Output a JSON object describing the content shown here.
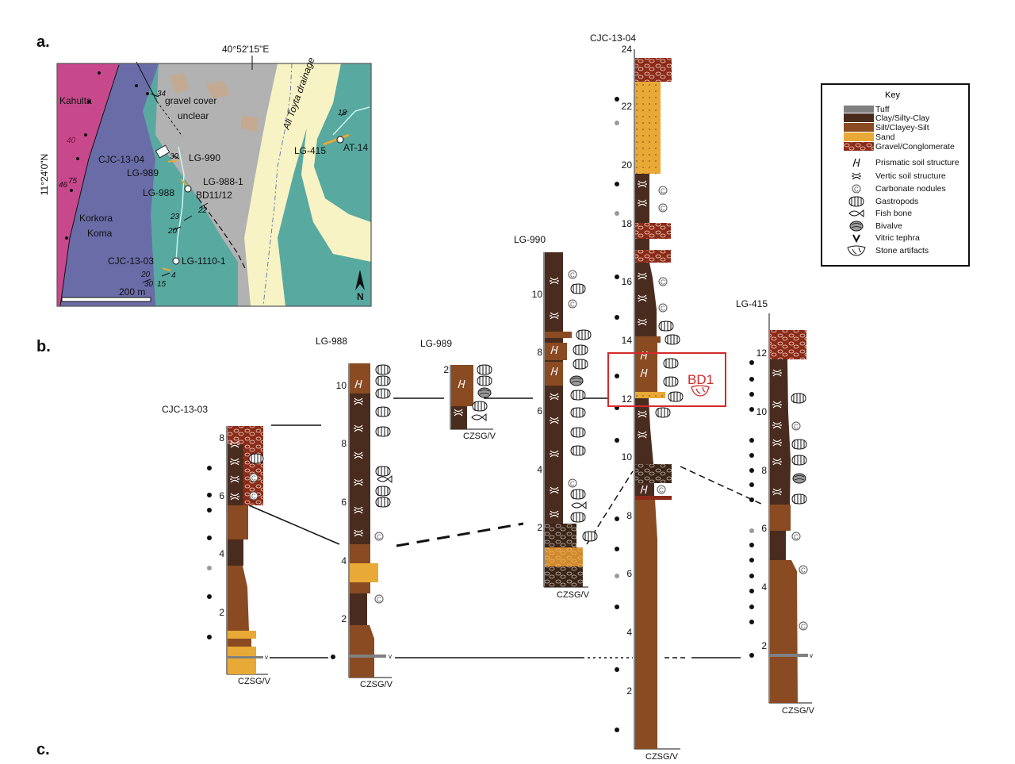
{
  "panel_labels": {
    "a": "a.",
    "b": "b.",
    "c": "c."
  },
  "map": {
    "lon_label": "40°52'15\"E",
    "lat_label": "11°24'0\"N",
    "units": [
      "Kahulta",
      "gravel cover",
      "unclear",
      "Korkora",
      "Koma"
    ],
    "drainage": "Ali Toyta drainage",
    "scale_label": "200 m",
    "north": "N",
    "sites": [
      "CJC-13-04",
      "LG-990",
      "LG-989",
      "LG-988",
      "LG-988-1",
      "BD11/12",
      "CJC-13-03",
      "LG-1110-1",
      "LG-415",
      "AT-14"
    ],
    "dips": [
      "34",
      "30",
      "40",
      "46",
      "75",
      "23",
      "22",
      "20",
      "4",
      "20",
      "30",
      "15",
      "18"
    ]
  },
  "key": {
    "title": "Key",
    "items": [
      {
        "label": "Tuff",
        "color": "#808080"
      },
      {
        "label": "Clay/Silty-Clay",
        "color": "#4a2c1e"
      },
      {
        "label": "Silt/Clayey-Silt",
        "color": "#8a4a22"
      },
      {
        "label": "Sand",
        "color": "#e8a936"
      },
      {
        "label": "Gravel/Conglomerate",
        "color": "#8b2a18"
      }
    ],
    "symbols": [
      {
        "icon": "prismatic",
        "label": "Prismatic soil structure"
      },
      {
        "icon": "vertic",
        "label": "Vertic soil structure"
      },
      {
        "icon": "carbonate",
        "label": "Carbonate nodules"
      },
      {
        "icon": "gastropod",
        "label": "Gastropods"
      },
      {
        "icon": "fish",
        "label": "Fish bone"
      },
      {
        "icon": "bivalve",
        "label": "Bivalve"
      },
      {
        "icon": "tephra",
        "label": "Vitric tephra"
      },
      {
        "icon": "artifact",
        "label": "Stone artifacts"
      }
    ]
  },
  "grain_axis": "CZSG/V",
  "bd1_label": "BD1",
  "sections": [
    {
      "name": "CJC-13-03",
      "ticks": [
        "2",
        "4",
        "6",
        "8"
      ]
    },
    {
      "name": "LG-988",
      "ticks": [
        "2",
        "4",
        "6",
        "8",
        "10"
      ]
    },
    {
      "name": "LG-989",
      "ticks": [
        "2"
      ]
    },
    {
      "name": "LG-990",
      "ticks": [
        "2",
        "4",
        "6",
        "8",
        "10"
      ]
    },
    {
      "name": "CJC-13-04",
      "ticks": [
        "2",
        "4",
        "6",
        "8",
        "10",
        "12",
        "14",
        "16",
        "18",
        "20",
        "22",
        "24"
      ]
    },
    {
      "name": "LG-415",
      "ticks": [
        "2",
        "4",
        "6",
        "8",
        "10",
        "12"
      ]
    }
  ]
}
